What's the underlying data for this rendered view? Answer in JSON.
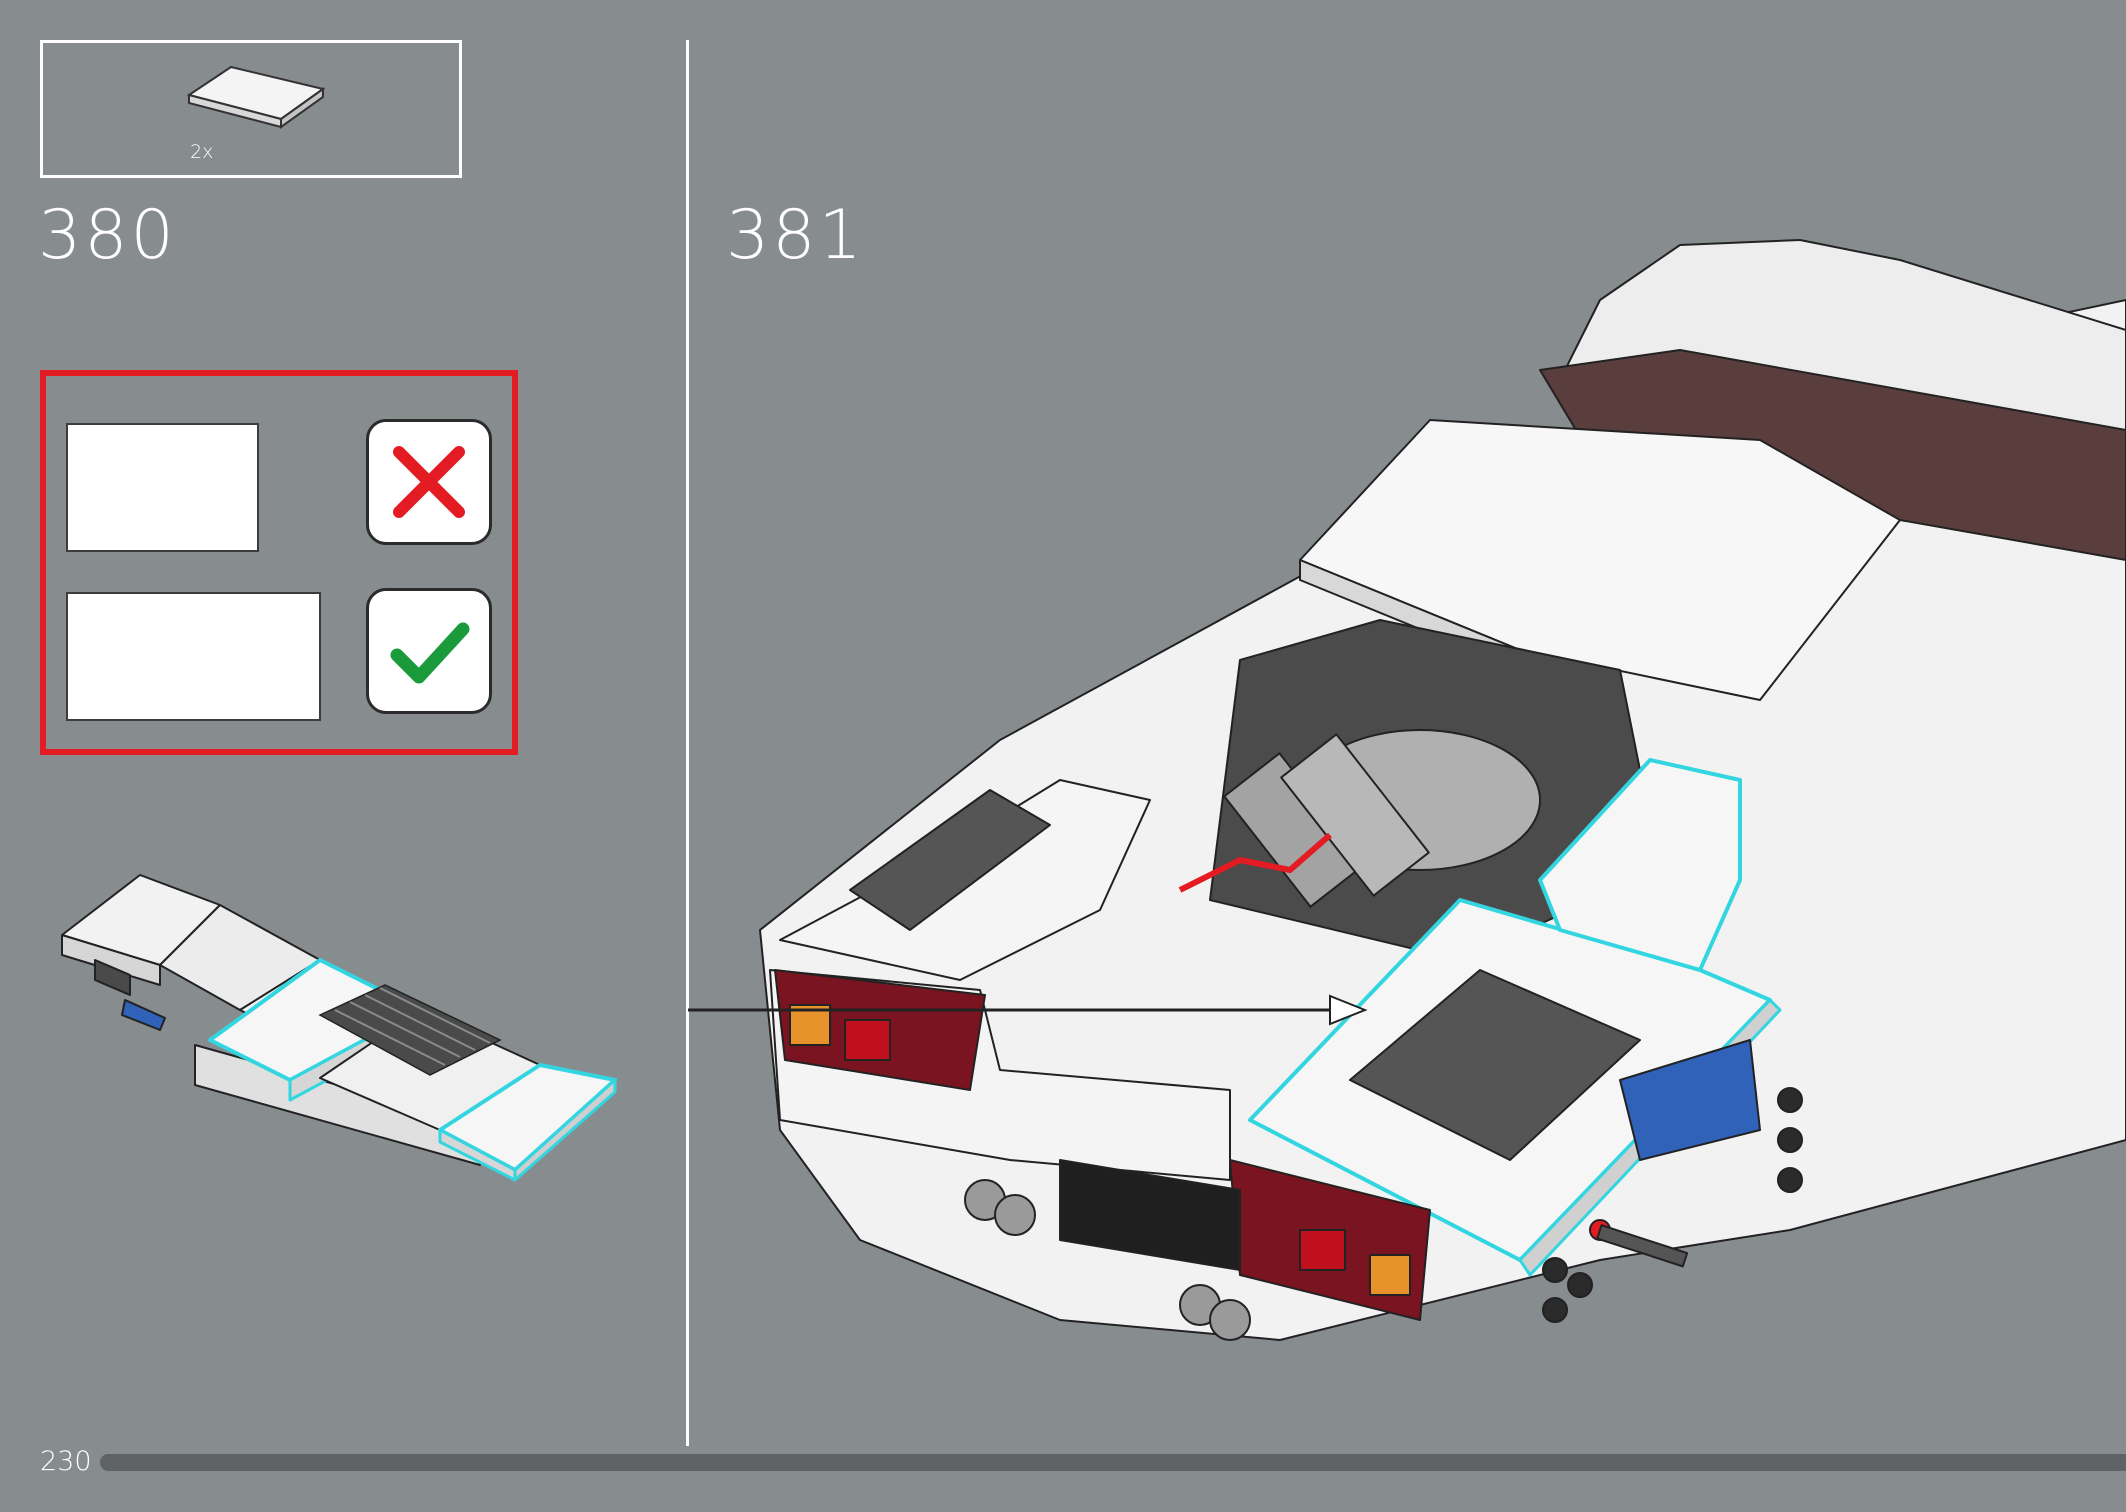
{
  "page": {
    "number": "230",
    "progress_fraction": 1.0
  },
  "parts_list": {
    "items": [
      {
        "quantity": "2x",
        "icon": "white-tile-icon"
      }
    ]
  },
  "steps": [
    {
      "number": "380"
    },
    {
      "number": "381"
    }
  ],
  "callout": {
    "icons": [
      "wrong-cross-icon",
      "correct-check-icon"
    ],
    "colors": {
      "border": "#e31b23",
      "wrong": "#e31b23",
      "correct": "#1a9a3a"
    }
  },
  "colors": {
    "background": "#878c8f",
    "highlight": "#33d6e0",
    "dark_red": "#7a1420",
    "white": "#ffffff"
  }
}
